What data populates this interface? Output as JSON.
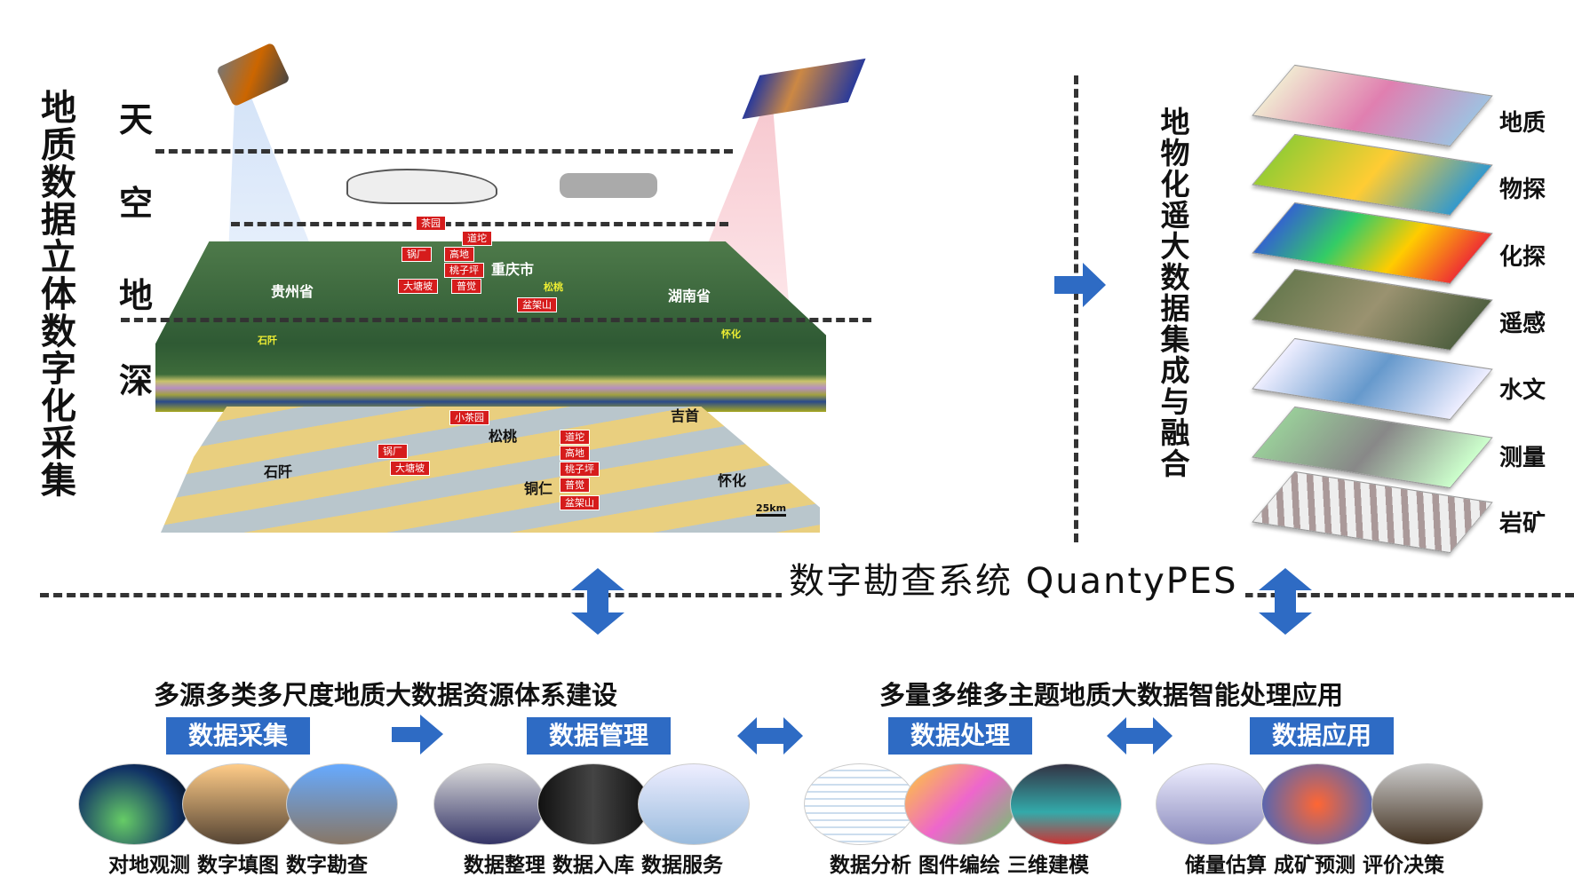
{
  "left_title": "地质数据立体数字化采集",
  "levels": [
    "天",
    "空",
    "地",
    "深"
  ],
  "map_labels": {
    "guizhou": "贵州省",
    "chongqing": "重庆市",
    "hunan": "湖南省",
    "shiqian": "石阡",
    "songtao": "松桃",
    "tongren": "铜仁",
    "jishou": "吉首",
    "huaihua": "怀化",
    "scale": "25km"
  },
  "mine_tags": [
    "茶园",
    "道坨",
    "锅厂",
    "高地",
    "桃子坪",
    "大塘坡",
    "普觉",
    "盆架山"
  ],
  "lower_tags": [
    "小茶园",
    "锅厂",
    "大塘坡",
    "道坨",
    "高地",
    "桃子坪",
    "普觉",
    "盆架山"
  ],
  "integration_title": "地物化遥大数据集成与融合",
  "stack_labels": [
    "地质",
    "物探",
    "化探",
    "遥感",
    "水文",
    "测量",
    "岩矿"
  ],
  "system_title": "数字勘查系统 QuantyPES",
  "subtitle_left": "多源多类多尺度地质大数据资源体系建设",
  "subtitle_right": "多量多维多主题地质大数据智能处理应用",
  "stages": [
    {
      "label": "数据采集",
      "caption": "对地观测  数字填图  数字勘查"
    },
    {
      "label": "数据管理",
      "caption": "数据整理  数据入库  数据服务"
    },
    {
      "label": "数据处理",
      "caption": "数据分析  图件编绘  三维建模"
    },
    {
      "label": "数据应用",
      "caption": "储量估算  成矿预测  评价决策"
    }
  ],
  "colors": {
    "accent_blue": "#2e6bc4",
    "dash": "#333333",
    "tag_red": "#d61c1c"
  }
}
